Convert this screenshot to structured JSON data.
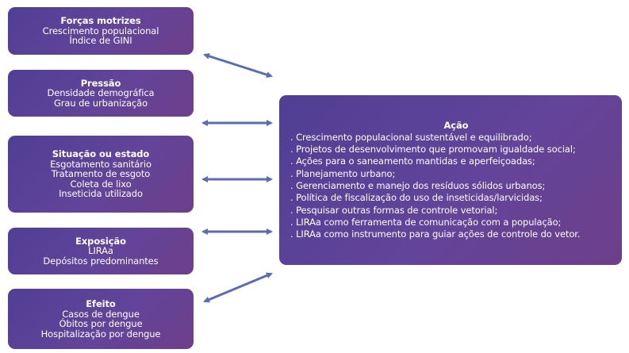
{
  "boxes": {
    "forcas": {
      "title": "Forças motrizes",
      "lines": [
        "Crescimento populacional",
        "Índice de GINI"
      ]
    },
    "pressao": {
      "title": "Pressão",
      "lines": [
        "Densidade demográfica",
        "Grau de urbanização"
      ]
    },
    "situacao": {
      "title": "Situação ou estado",
      "lines": [
        "Esgotamento sanitário",
        "Tratamento de esgoto",
        "Coleta de lixo",
        "Inseticida utilizado"
      ]
    },
    "exposicao": {
      "title": "Exposição",
      "lines": [
        "LIRAa",
        "Depósitos predominantes"
      ]
    },
    "efeito": {
      "title": "Efeito",
      "lines": [
        "Casos de dengue",
        "Óbitos por dengue",
        "Hospitalização por dengue"
      ]
    }
  },
  "acao": {
    "title": "Ação",
    "items": [
      ". Crescimento populacional sustentável e equilibrado;",
      ". Projetos de desenvolvimento que promovam igualdade social;",
      ". Ações para o saneamento mantidas e aperfeiçoadas;",
      ". Planejamento urbano;",
      ". Gerenciamento e manejo dos resíduos sólidos urbanos;",
      ". Política de fiscalização do uso de inseticidas/larvicidas;",
      ". Pesquisar outras formas de controle vetorial;",
      ". LIRAa como ferramenta de comunicação com a população;",
      ". LIRAa como instrumento para guiar ações de controle do vetor."
    ]
  },
  "colors": {
    "box_start": "#4f3f94",
    "box_end": "#6e3f8a",
    "arrow": "#5a6cb2",
    "text": "#ffffff"
  }
}
